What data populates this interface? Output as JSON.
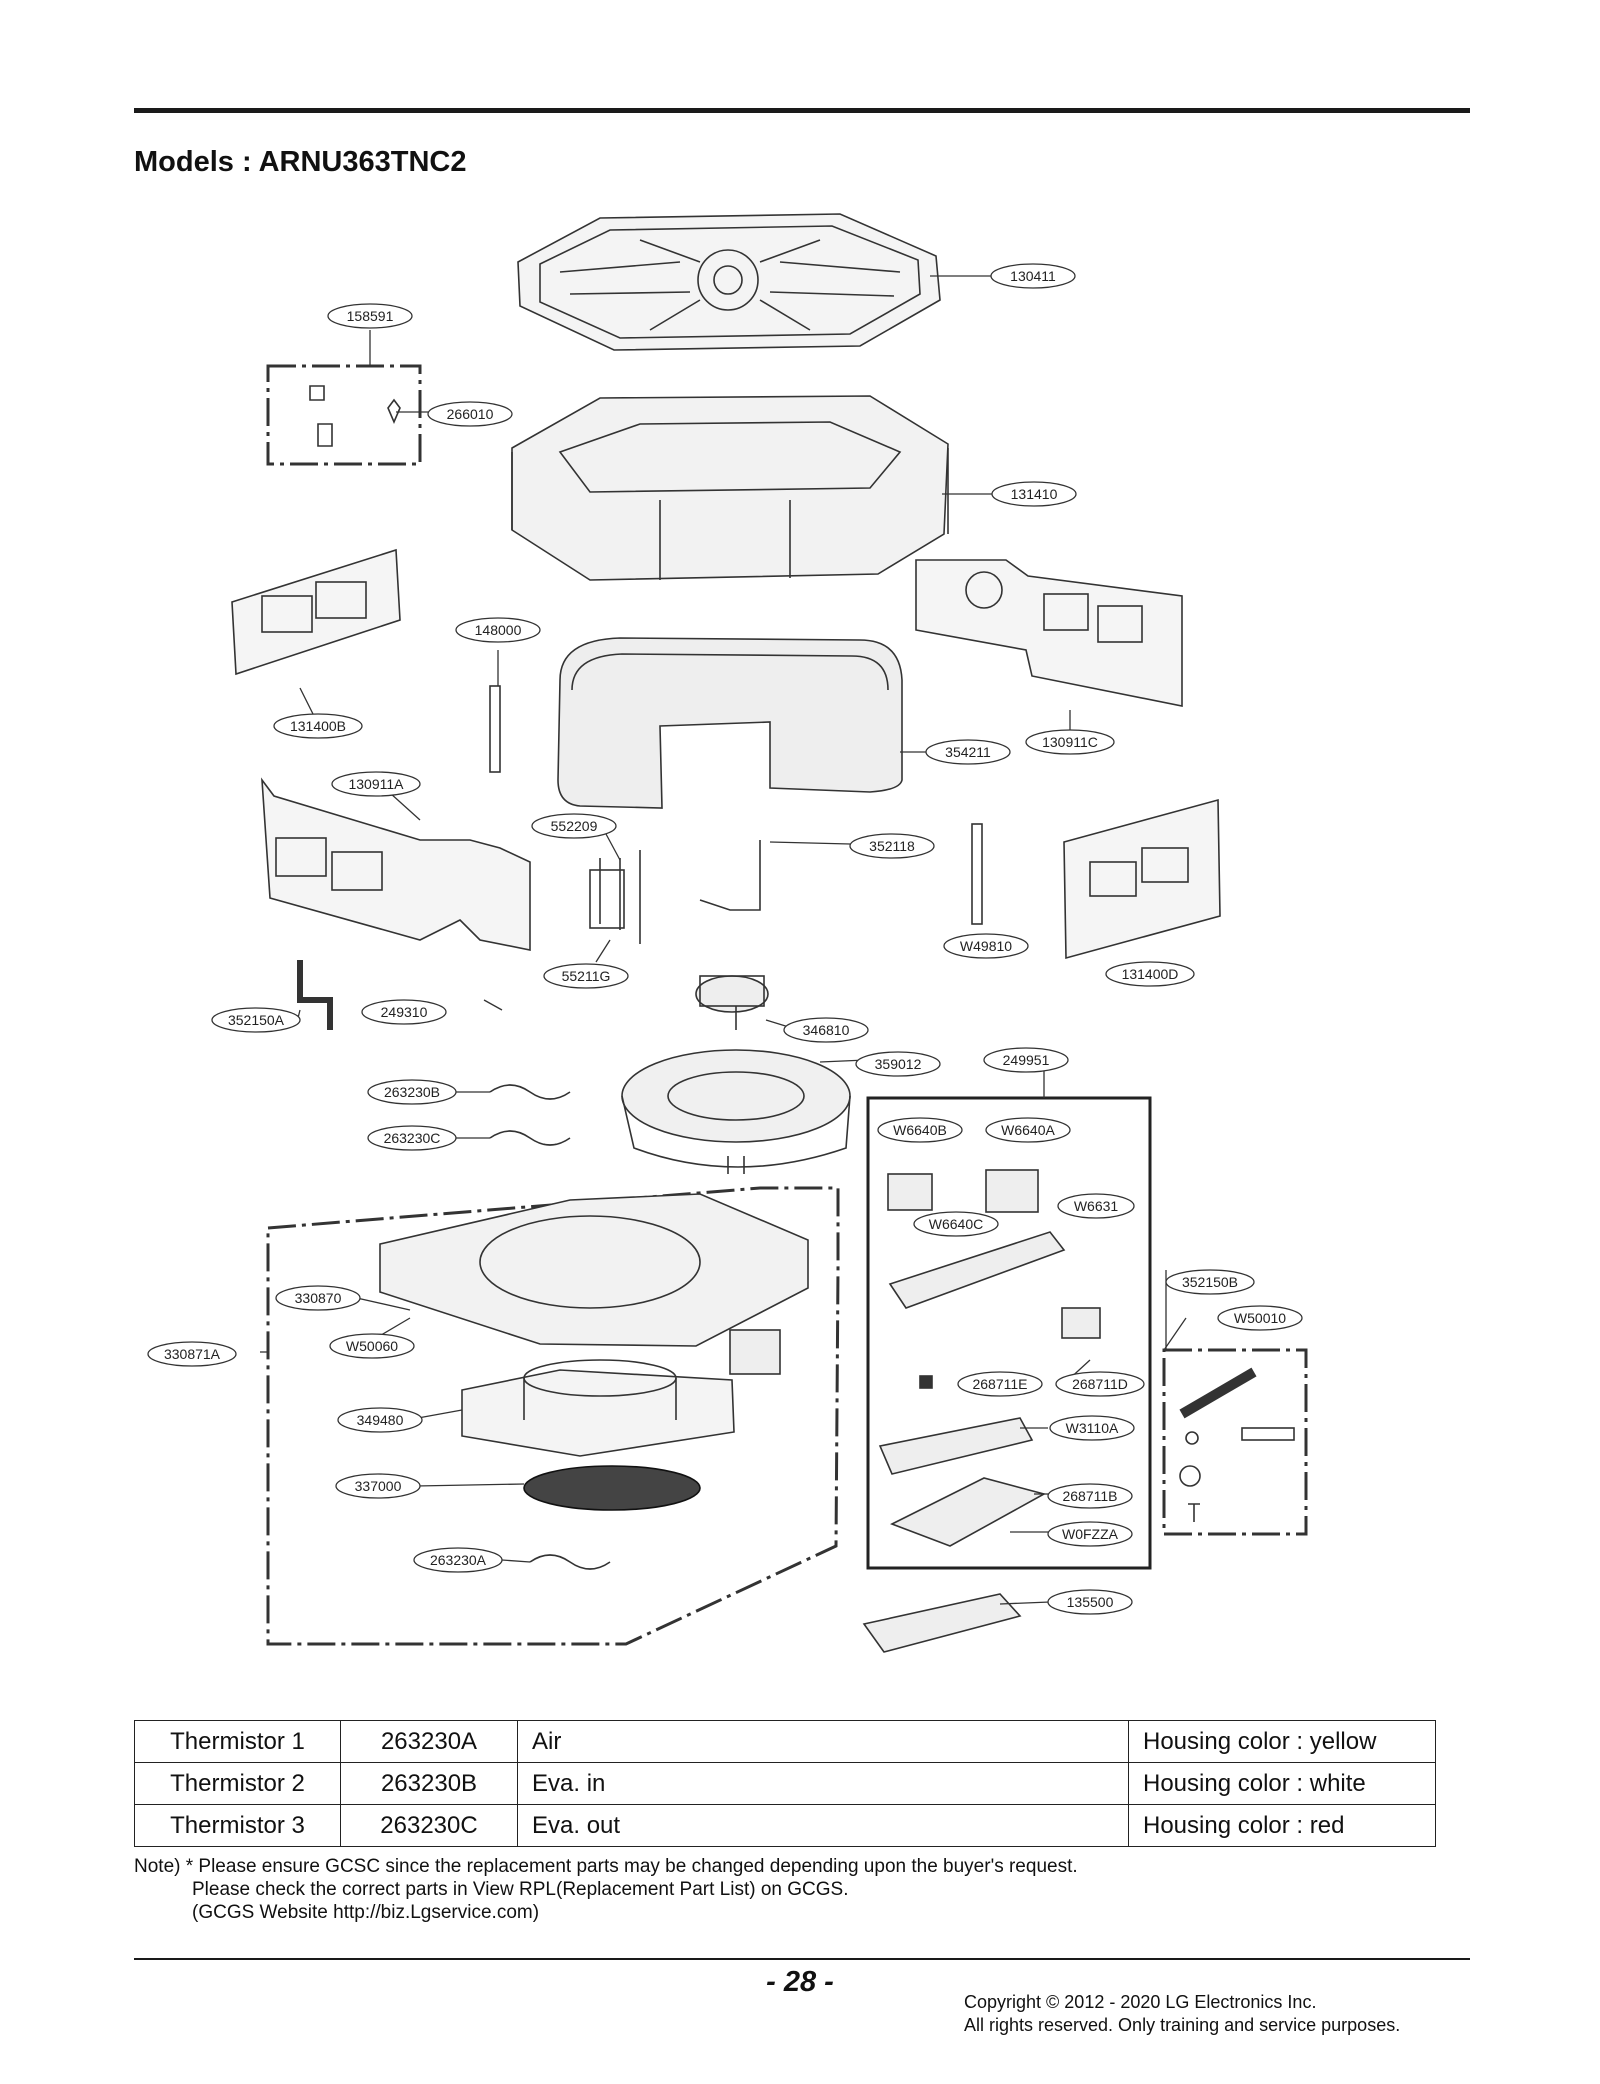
{
  "header": {
    "title": "Models : ARNU363TNC2"
  },
  "callouts": [
    {
      "id": "130411"
    },
    {
      "id": "158591"
    },
    {
      "id": "266010"
    },
    {
      "id": "131410"
    },
    {
      "id": "148000"
    },
    {
      "id": "131400B"
    },
    {
      "id": "354211"
    },
    {
      "id": "130911C"
    },
    {
      "id": "130911A"
    },
    {
      "id": "552209"
    },
    {
      "id": "352118"
    },
    {
      "id": "W49810"
    },
    {
      "id": "131400D"
    },
    {
      "id": "55211G"
    },
    {
      "id": "352150A"
    },
    {
      "id": "249310"
    },
    {
      "id": "346810"
    },
    {
      "id": "359012"
    },
    {
      "id": "249951"
    },
    {
      "id": "263230B"
    },
    {
      "id": "263230C"
    },
    {
      "id": "W6640B"
    },
    {
      "id": "W6640A"
    },
    {
      "id": "W6631"
    },
    {
      "id": "W6640C"
    },
    {
      "id": "352150B"
    },
    {
      "id": "330870"
    },
    {
      "id": "W50010"
    },
    {
      "id": "330871A"
    },
    {
      "id": "W50060"
    },
    {
      "id": "268711E"
    },
    {
      "id": "268711D"
    },
    {
      "id": "349480"
    },
    {
      "id": "W3110A"
    },
    {
      "id": "337000"
    },
    {
      "id": "268711B"
    },
    {
      "id": "W0FZZA"
    },
    {
      "id": "263230A"
    },
    {
      "id": "135500"
    }
  ],
  "thermistor_table": {
    "rows": [
      {
        "name": "Thermistor 1",
        "part": "263230A",
        "location": "Air",
        "housing": "Housing color : yellow"
      },
      {
        "name": "Thermistor 2",
        "part": "263230B",
        "location": "Eva. in",
        "housing": "Housing color : white"
      },
      {
        "name": "Thermistor 3",
        "part": "263230C",
        "location": "Eva. out",
        "housing": "Housing color : red"
      }
    ]
  },
  "note": {
    "line1": "Note) * Please ensure GCSC since the replacement parts may be changed depending upon the buyer's request.",
    "line2": "Please check the correct parts in View RPL(Replacement Part List) on GCGS.",
    "line3": "(GCGS Website http://biz.Lgservice.com)"
  },
  "footer": {
    "page": "- 28 -",
    "copyright1": "Copyright © 2012 - 2020 LG Electronics Inc.",
    "copyright2": "All rights reserved. Only training and service purposes."
  }
}
